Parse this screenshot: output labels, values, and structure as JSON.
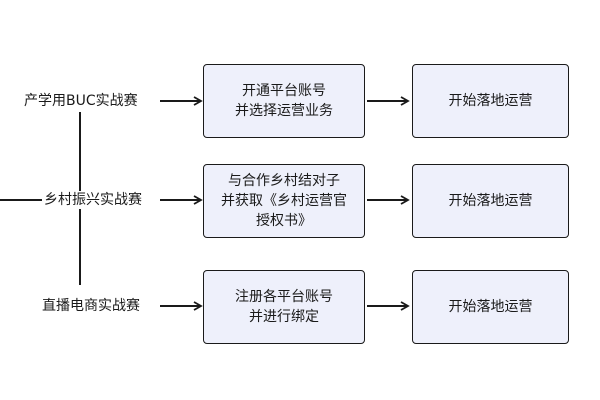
{
  "rows": [
    {
      "source": "产学用BUC实战赛",
      "step_lines": [
        "开通平台账号",
        "并选择运营业务"
      ],
      "result": "开始落地运营"
    },
    {
      "source": "乡村振兴实战赛",
      "step_lines": [
        "与合作乡村结对子",
        "并获取《乡村运营官",
        "授权书》"
      ],
      "result": "开始落地运营"
    },
    {
      "source": "直播电商实战赛",
      "step_lines": [
        "注册各平台账号",
        "并进行绑定"
      ],
      "result": "开始落地运营"
    }
  ],
  "colors": {
    "box_fill": "#eef0fb",
    "line": "#1a1a1a"
  }
}
